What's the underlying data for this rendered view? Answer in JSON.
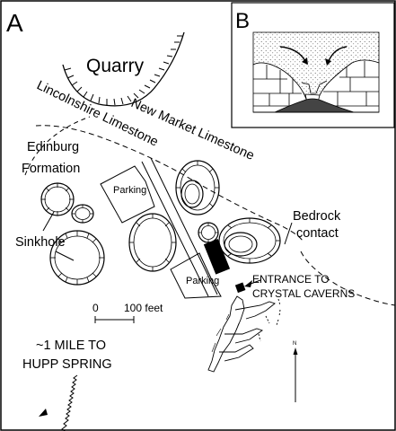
{
  "panel_a": {
    "letter": "A",
    "labels": {
      "quarry": "Quarry",
      "new_market": "New Market Limestone",
      "lincolnshire": "Lincolnshire Limestone",
      "edinburg_line1": "Edinburg",
      "edinburg_line2": "Formation",
      "sinkhole": "Sinkhole",
      "parking_upper": "Parking",
      "parking_lower": "Parking",
      "bedrock_line1": "Bedrock",
      "bedrock_line2": "contact",
      "entrance_line1": "ENTRANCE TO",
      "entrance_line2": "CRYSTAL CAVERNS",
      "hupp_line1": "~1 MILE TO",
      "hupp_line2": "HUPP SPRING",
      "north": "N"
    },
    "scale_bar": {
      "zero": "0",
      "length_label": "100 feet"
    }
  },
  "panel_b": {
    "letter": "B"
  }
}
